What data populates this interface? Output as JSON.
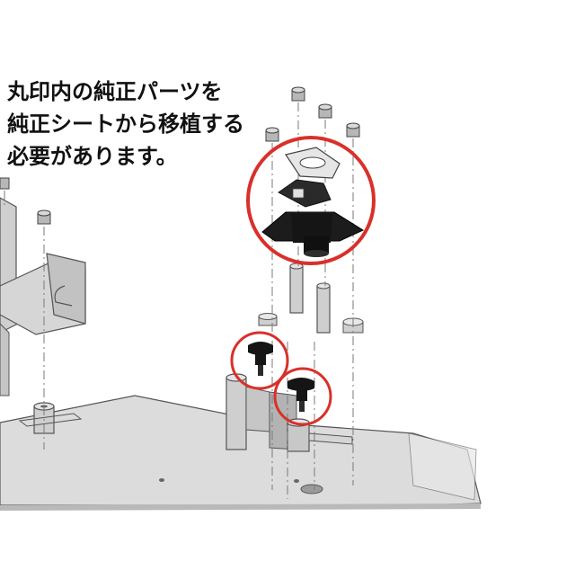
{
  "caption": {
    "lines": [
      "丸印内の純正パーツを",
      "純正シートから移植する",
      "必要があります。"
    ]
  },
  "colors": {
    "highlight_circle": "#d9302a",
    "metal_part": "#c9c9c9",
    "metal_edge": "#555555",
    "rubber_part": "#151515",
    "dash_line": "#7a7a7a"
  },
  "figure": {
    "kind": "exploded-assembly-drawing",
    "highlighted_parts": [
      "seat-latch-assembly",
      "rubber-damper-left",
      "rubber-damper-right"
    ]
  }
}
